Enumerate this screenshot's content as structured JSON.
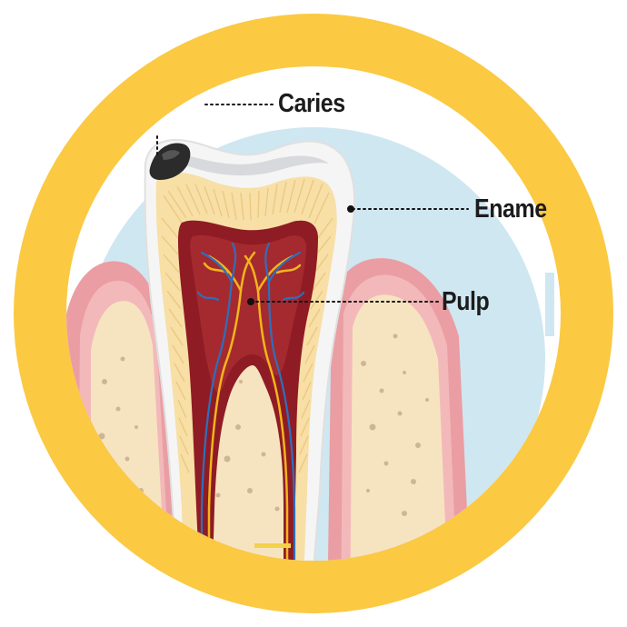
{
  "labels": {
    "caries": "Caries",
    "enamel": "Ename",
    "pulp": "Pulp"
  },
  "colors": {
    "ring": "#fbc942",
    "background_circle": "#cfe7f1",
    "enamel": "#f5f5f5",
    "dentin": "#f7dfa6",
    "pulp": "#8f1c24",
    "pulp_inner": "#a52a2f",
    "gum": "#e9a0a3",
    "bone": "#f6e4c0",
    "bone_spots": "#cdb595",
    "caries": "#2b2b2b",
    "nerve": "#f2b51c",
    "vessel": "#2e6fbd",
    "leader": "#111111"
  }
}
